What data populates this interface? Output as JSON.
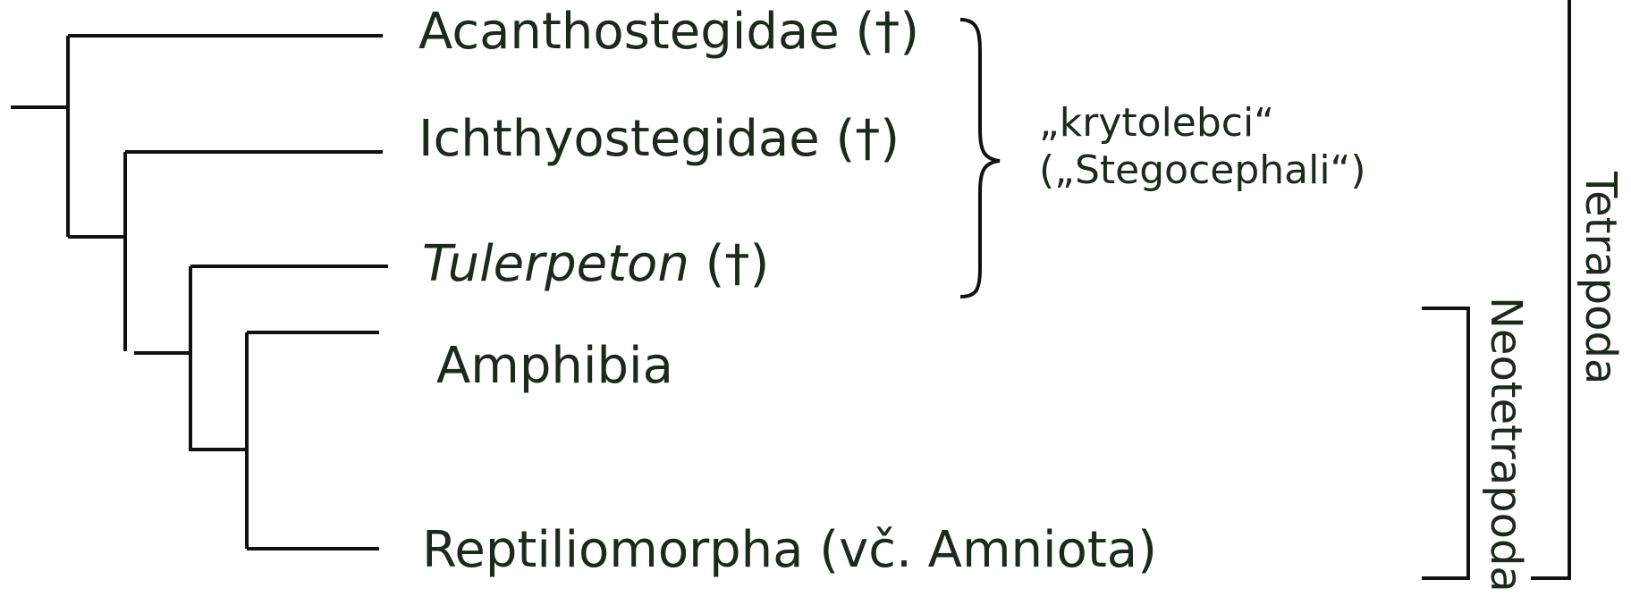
{
  "taxa": [
    {
      "name": "Acanthostegidae",
      "suffix": " (†)"
    },
    {
      "name": "Ichthyostegidae",
      "suffix": " (†)"
    },
    {
      "name": "Tulerpeton",
      "suffix": " (†)"
    },
    {
      "name": "Amphibia",
      "suffix": ""
    },
    {
      "name": "Reptiliomorpha",
      "suffix": " (vč. Amniota)"
    }
  ],
  "groups": {
    "krytolebci": {
      "line1": "„krytolebci“",
      "line2": "(„Stegocephali“)"
    },
    "neotetrapoda": "Neotetrapoda",
    "tetrapoda": "Tetrapoda"
  },
  "colors": {
    "line": "#111111",
    "text": "#1b2a1b"
  }
}
